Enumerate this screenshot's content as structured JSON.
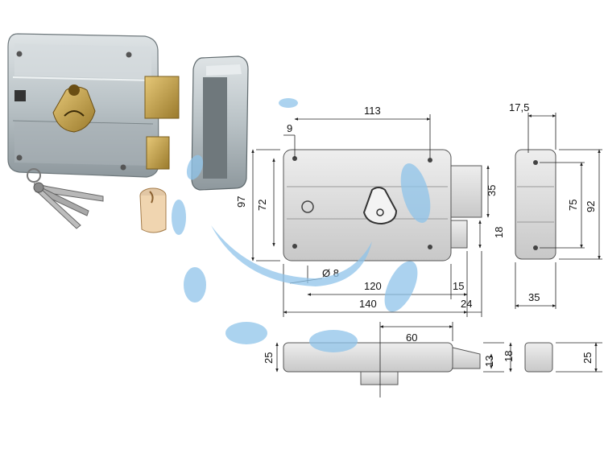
{
  "dimensions": {
    "d113": "113",
    "d9": "9",
    "d97": "97",
    "d72": "72",
    "d35_bolt": "35",
    "d18_bolt": "18",
    "d8": "Ø 8",
    "d120": "120",
    "d15": "15",
    "d140": "140",
    "d24": "24",
    "d17_5": "17,5",
    "d92": "92",
    "d75": "75",
    "d35_keeper": "35",
    "d60": "60",
    "d25_bottom": "25",
    "d13": "13",
    "d18_bottom": "18",
    "d25_side": "25"
  },
  "colors": {
    "metal": "#c9cfd2",
    "brass": "#c8a24a",
    "watermark": "#8fc4ea"
  }
}
